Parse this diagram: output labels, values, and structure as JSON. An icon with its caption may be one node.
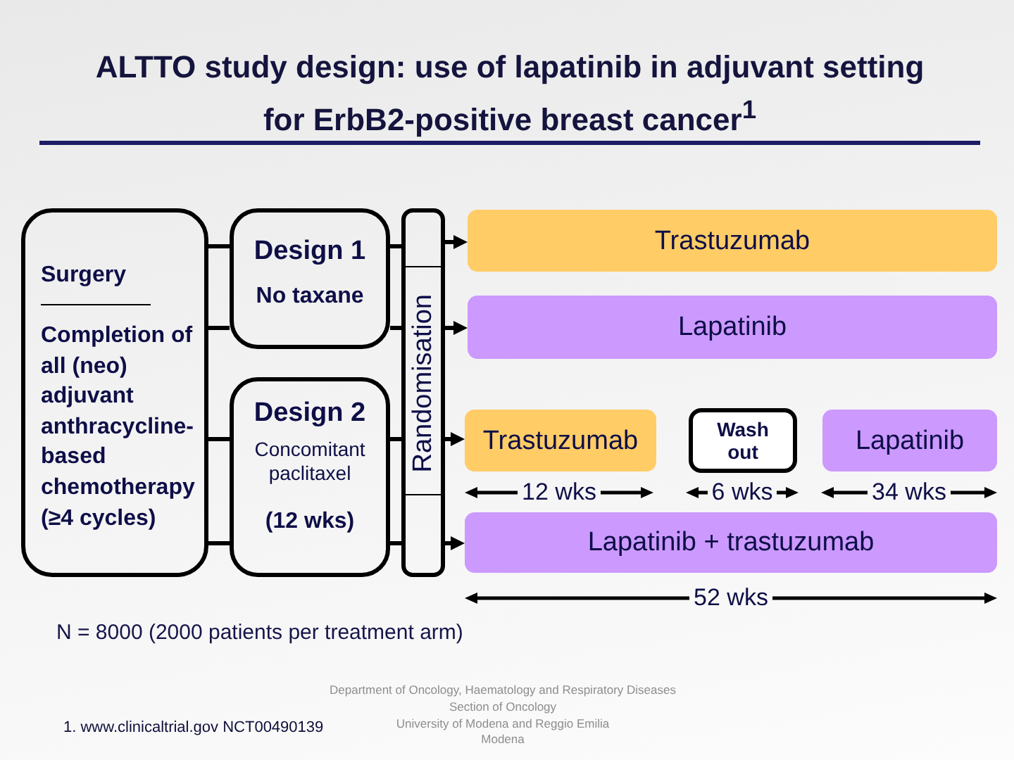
{
  "diagram": {
    "title": "ALTTO study design: use of lapatinib in adjuvant setting for ErbB2-positive breast cancer$^{1}$",
    "nodes": [
      {
        "text": [
          "Surgery",
          "Completion of all (neo) adjuvant anthracycline-based chemotherapy (≥4 cycles)"
        ]
      },
      {
        "text": [
          "Design 1",
          "No taxane"
        ]
      },
      {
        "text": [
          "Design 2",
          "Concomitant paclitaxel",
          "(12 wks)"
        ]
      },
      {
        "text": [
          "Randomisation"
        ]
      },
      {
        "text": [
          "Trastuzumab"
        ]
      },
      {
        "text": [
          "Lapatinib"
        ]
      },
      {
        "text": [
          "Trastuzumab"
        ],
        "beside": [
          "12 wks"
        ]
      },
      {
        "text": [
          "Wash out"
        ],
        "beside": [
          "6 wks"
        ]
      },
      {
        "text": [
          "Lapatinib"
        ],
        "beside": [
          "34 wks"
        ]
      },
      {
        "text": [
          "Lapatinib + trastuzumab"
        ],
        "beside": [
          "52 wks"
        ]
      }
    ],
    "edges": [
      {
        "from": 0,
        "to": 1,
        "arrow": "none"
      },
      {
        "from": 0,
        "to": 1,
        "arrow": "none"
      },
      {
        "from": 0,
        "to": 2,
        "arrow": "none"
      },
      {
        "from": 0,
        "to": 2,
        "arrow": "none"
      },
      {
        "from": 1,
        "to": 3,
        "arrow": "none"
      },
      {
        "from": 1,
        "to": 3,
        "arrow": "none"
      },
      {
        "from": 2,
        "to": 3,
        "arrow": "none"
      },
      {
        "from": 2,
        "to": 3,
        "arrow": "none"
      },
      {
        "from": 3,
        "to": 4,
        "arrow": "to"
      },
      {
        "from": 3,
        "to": 5,
        "arrow": "to"
      },
      {
        "from": 3,
        "to": 6,
        "arrow": "to"
      },
      {
        "from": 3,
        "to": 9,
        "arrow": "to"
      }
    ],
    "labels": [
      "N = 8000 (2000 patients per treatment arm)",
      "Department of Oncology, Haematology and Respiratory Diseases",
      "Section of Oncology",
      "1. www.clinicaltrial.gov NCT00490139",
      "University of Modena and Reggio Emilia",
      "Modena"
    ]
  }
}
